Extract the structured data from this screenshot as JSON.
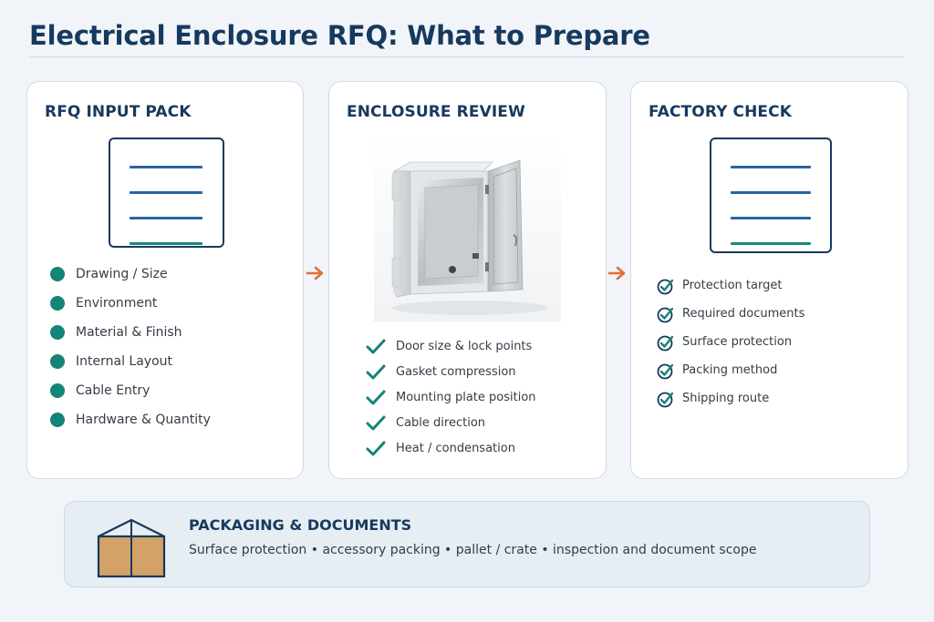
{
  "header": {
    "title": "Electrical Enclosure RFQ: What to Prepare"
  },
  "rfq_input_pack": {
    "title": "RFQ INPUT PACK",
    "icon": "document-icon",
    "items": [
      "Drawing / Size",
      "Environment",
      "Material & Finish",
      "Internal Layout",
      "Cable Entry",
      "Hardware & Quantity"
    ]
  },
  "enclosure_review": {
    "title": "ENCLOSURE REVIEW",
    "image": "electrical-enclosure-photo",
    "items": [
      "Door size & lock points",
      "Gasket compression",
      "Mounting plate position",
      "Cable direction",
      "Heat / condensation"
    ]
  },
  "factory_check": {
    "title": "FACTORY CHECK",
    "icon": "document-icon",
    "items": [
      "Protection target",
      "Required documents",
      "Surface protection",
      "Packing method",
      "Shipping route"
    ]
  },
  "packaging": {
    "title": "PACKAGING & DOCUMENTS",
    "description": "Surface protection • accessory packing • pallet / crate • inspection and document scope",
    "icon": "crate-icon"
  },
  "colors": {
    "navy": "#17395e",
    "teal": "#138476",
    "blue_line": "#2a64a3",
    "arrow_orange": "#e0703a",
    "crate": "#d2a267"
  }
}
